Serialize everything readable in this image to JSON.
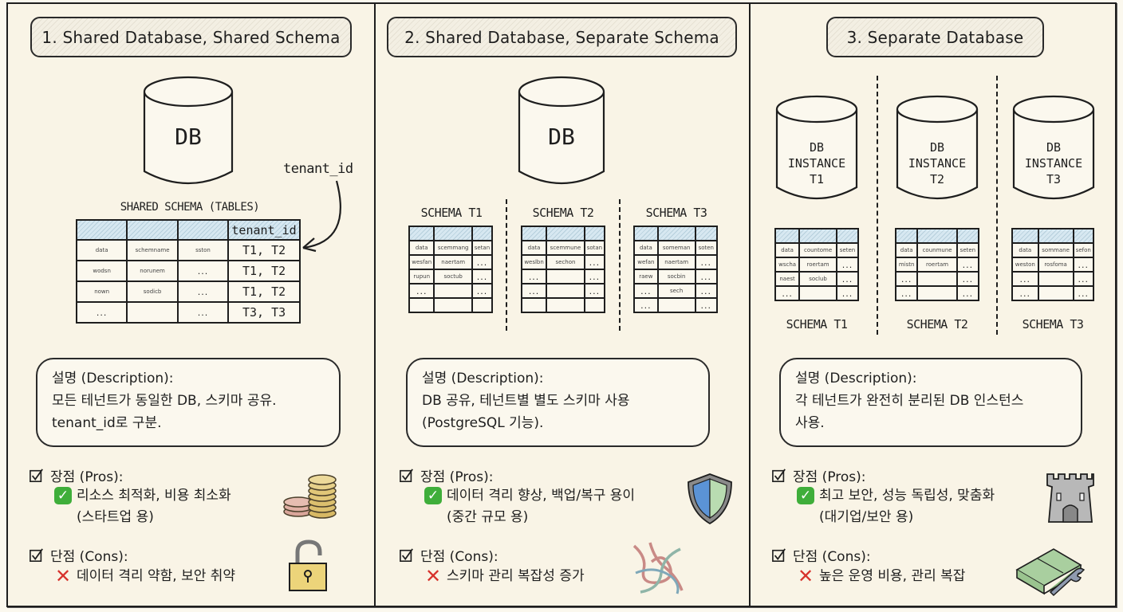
{
  "colors": {
    "background": "#f9f4e6",
    "ink": "#1e1e1e",
    "header_hatch": "#b6cfdc",
    "check_green": "#3fae3a",
    "cross_red": "#d7322c"
  },
  "panels": [
    {
      "title": "1. Shared Database, Shared Schema",
      "db_label": "DB",
      "arrow_label": "tenant_id",
      "table_caption": "SHARED SCHEMA (TABLES)",
      "table": {
        "header": [
          "",
          "",
          "",
          "tenant_id"
        ],
        "rows": [
          [
            "data",
            "schemname",
            "sston",
            "T1, T2"
          ],
          [
            "wodsn",
            "norunem",
            "...",
            "T1, T2"
          ],
          [
            "nown",
            "sodicb",
            "...",
            "T1, T2"
          ],
          [
            "...",
            "",
            "...",
            "T3, T3"
          ]
        ]
      },
      "description": {
        "heading": "설명 (Description):",
        "lines": [
          "모든 테넌트가 동일한 DB, 스키마 공유.",
          "tenant_id로 구분."
        ]
      },
      "pros": {
        "heading": "장점 (Pros):",
        "lines": [
          "리소스 최적화, 비용 최소화",
          "(스타트업 용)"
        ],
        "icon": "coins-stack-icon"
      },
      "cons": {
        "heading": "단점 (Cons):",
        "lines": [
          "데이터 격리 약함, 보안 취약"
        ],
        "icon": "open-padlock-icon"
      }
    },
    {
      "title": "2. Shared Database, Separate Schema",
      "db_label": "DB",
      "schemas": [
        {
          "label": "SCHEMA T1",
          "rows": [
            [
              "data",
              "scemmang",
              "setan"
            ],
            [
              "wesfan",
              "naertam",
              "..."
            ],
            [
              "rupun",
              "soctub",
              "..."
            ],
            [
              "...",
              "",
              "..."
            ],
            [
              "",
              "",
              ""
            ]
          ]
        },
        {
          "label": "SCHEMA T2",
          "rows": [
            [
              "data",
              "scemmune",
              "sotan"
            ],
            [
              "weslbn",
              "sechon",
              "..."
            ],
            [
              "...",
              "",
              "..."
            ],
            [
              "...",
              "",
              "..."
            ],
            [
              "",
              "",
              ""
            ]
          ]
        },
        {
          "label": "SCHEMA T3",
          "rows": [
            [
              "data",
              "someman",
              "soten"
            ],
            [
              "wefan",
              "naertam",
              "..."
            ],
            [
              "raew",
              "socbin",
              "..."
            ],
            [
              "...",
              "sech",
              "..."
            ],
            [
              "...",
              "",
              "..."
            ]
          ]
        }
      ],
      "description": {
        "heading": "설명 (Description):",
        "lines": [
          "DB 공유, 테넌트별 별도 스키마 사용",
          "(PostgreSQL 기능)."
        ]
      },
      "pros": {
        "heading": "장점 (Pros):",
        "lines": [
          "데이터 격리 향상, 백업/복구 용이",
          "(중간 규모 용)"
        ],
        "icon": "shield-icon"
      },
      "cons": {
        "heading": "단점 (Cons):",
        "lines": [
          "스키마 관리 복잡성 증가"
        ],
        "icon": "tangled-wires-icon"
      }
    },
    {
      "title": "3. Separate Database",
      "instances": [
        {
          "db_lines": [
            "DB",
            "INSTANCE",
            "T1"
          ],
          "schema_label": "SCHEMA T1",
          "rows": [
            [
              "data",
              "countome",
              "seten"
            ],
            [
              "wscha",
              "roertam",
              "..."
            ],
            [
              "naest",
              "soclub",
              "..."
            ],
            [
              "...",
              "",
              "..."
            ]
          ]
        },
        {
          "db_lines": [
            "DB",
            "INSTANCE",
            "T2"
          ],
          "schema_label": "SCHEMA T2",
          "rows": [
            [
              "data",
              "counmune",
              "seten"
            ],
            [
              "mistn",
              "roertam",
              "..."
            ],
            [
              "...",
              "",
              "..."
            ],
            [
              "...",
              "",
              "..."
            ]
          ]
        },
        {
          "db_lines": [
            "DB",
            "INSTANCE",
            "T3"
          ],
          "schema_label": "SCHEMA T3",
          "rows": [
            [
              "data",
              "sommane",
              "sefon"
            ],
            [
              "weston",
              "rosfoma",
              "..."
            ],
            [
              "...",
              "",
              "..."
            ],
            [
              "...",
              "",
              "..."
            ]
          ]
        }
      ],
      "description": {
        "heading": "설명 (Description):",
        "lines": [
          "각 테넌트가 완전히 분리된 DB 인스턴스",
          "사용."
        ]
      },
      "pros": {
        "heading": "장점 (Pros):",
        "lines": [
          "최고 보안, 성능 독립성, 맞춤화",
          "(대기업/보안 용)"
        ],
        "icon": "castle-tower-icon"
      },
      "cons": {
        "heading": "단점 (Cons):",
        "lines": [
          "높은 운영 비용, 관리 복잡"
        ],
        "icon": "money-wrench-icon"
      }
    }
  ]
}
